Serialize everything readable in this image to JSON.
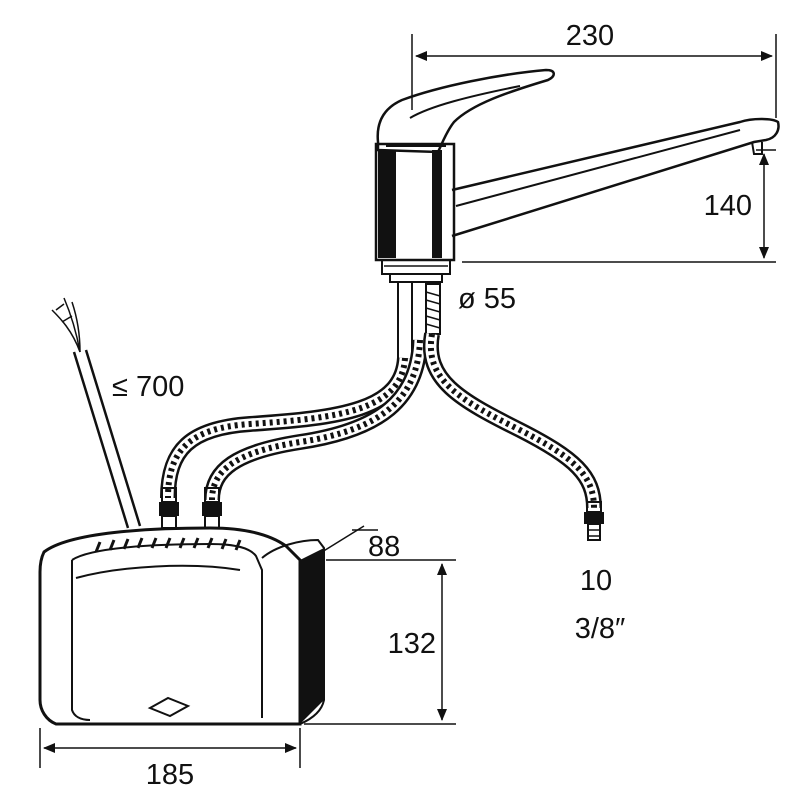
{
  "dimensions": {
    "width": "230",
    "height": "140",
    "diameter": "ø 55",
    "cable": "≤ 700",
    "depth": "88",
    "heater_height": "132",
    "heater_width": "185",
    "connection_size": "10",
    "thread": "3/8″"
  },
  "colors": {
    "ink": "#111111",
    "background": "#ffffff"
  }
}
